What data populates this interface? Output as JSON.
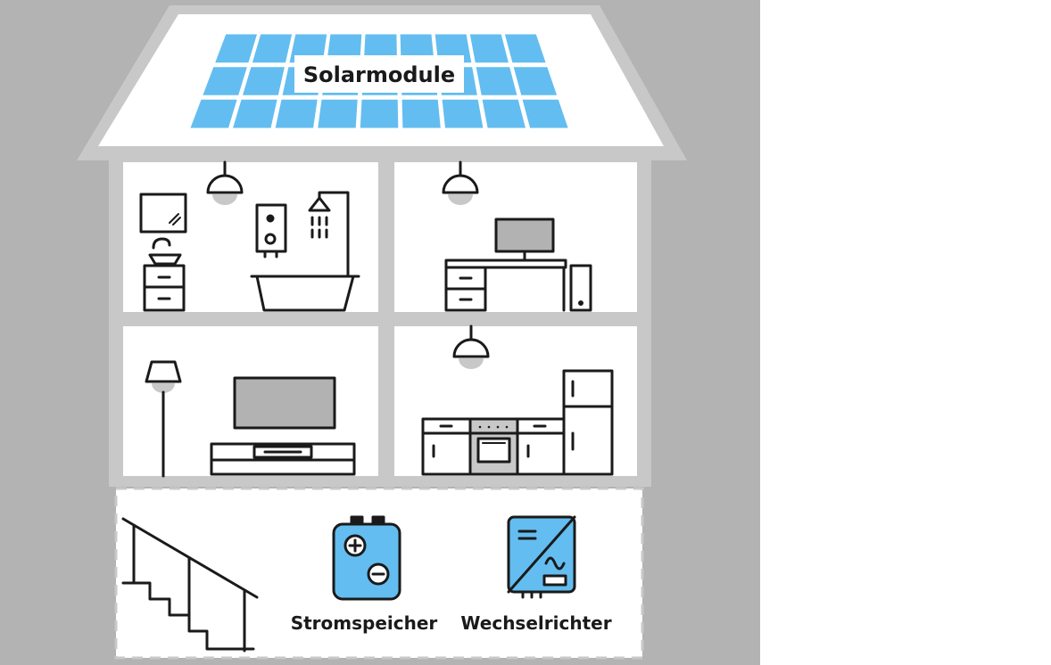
{
  "labels": {
    "solar": "Solarmodule",
    "storage": "Stromspeicher",
    "inverter": "Wechselrichter"
  },
  "colors": {
    "background_gray": "#b3b3b3",
    "roof_gray": "#c8c8c8",
    "panel_blue": "#63bdf0",
    "device_blue": "#63bdf0",
    "line_black": "#1a1a1a",
    "screen_gray": "#b2b2b2",
    "wall_white": "#ffffff"
  },
  "icons": [
    "bathroom-mirror-icon",
    "sink-icon",
    "water-heater-icon",
    "shower-icon",
    "bathtub-icon",
    "ceiling-lamp-icon",
    "monitor-icon",
    "desk-icon",
    "pc-tower-icon",
    "floor-lamp-icon",
    "tv-icon",
    "tv-stand-icon",
    "kitchen-counter-icon",
    "oven-icon",
    "fridge-icon",
    "staircase-icon",
    "battery-icon",
    "inverter-icon"
  ]
}
